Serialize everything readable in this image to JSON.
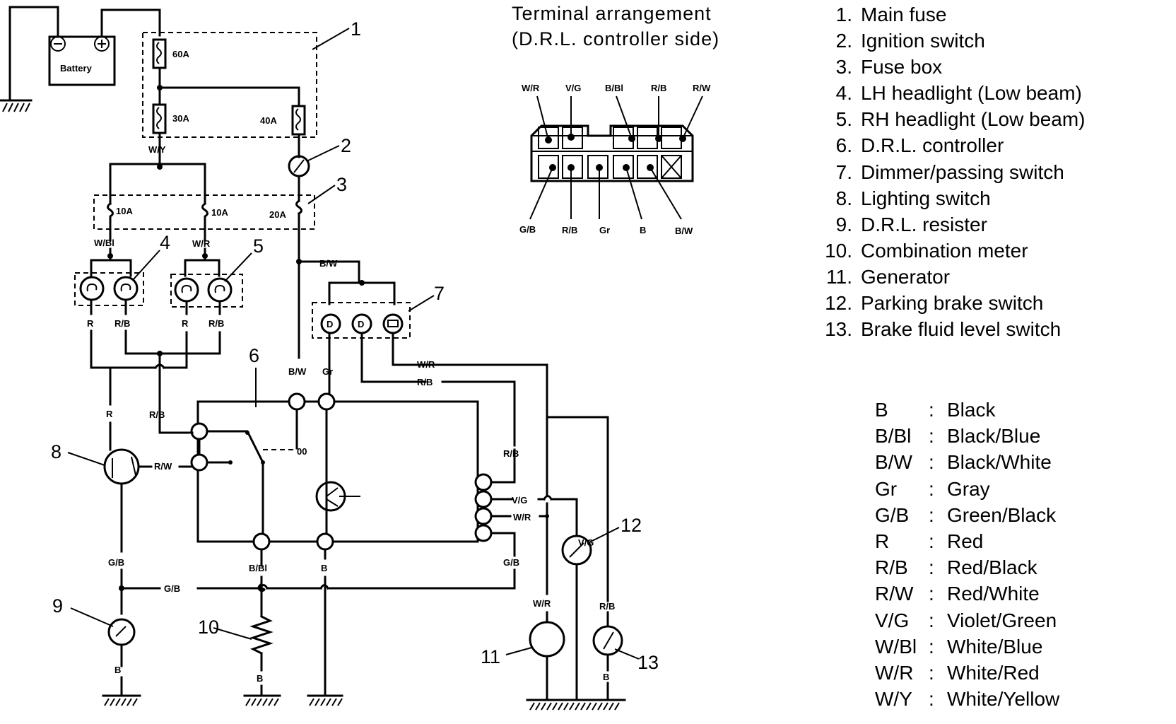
{
  "terminal_arrangement": {
    "title_line1": "Terminal arrangement",
    "title_line2": "(D.R.L. controller side)",
    "top_pins": [
      "W/R",
      "V/G",
      "B/Bl",
      "R/B",
      "R/W"
    ],
    "bottom_pins": [
      "G/B",
      "R/B",
      "Gr",
      "B",
      "B/W"
    ]
  },
  "components": [
    {
      "num": "1.",
      "name": "Main fuse"
    },
    {
      "num": "2.",
      "name": "Ignition switch"
    },
    {
      "num": "3.",
      "name": "Fuse box"
    },
    {
      "num": "4.",
      "name": "LH headlight (Low beam)"
    },
    {
      "num": "5.",
      "name": "RH headlight (Low beam)"
    },
    {
      "num": "6.",
      "name": "D.R.L. controller"
    },
    {
      "num": "7.",
      "name": "Dimmer/passing switch"
    },
    {
      "num": "8.",
      "name": "Lighting switch"
    },
    {
      "num": "9.",
      "name": "D.R.L. resister"
    },
    {
      "num": "10.",
      "name": "Combination meter"
    },
    {
      "num": "11.",
      "name": "Generator"
    },
    {
      "num": "12.",
      "name": "Parking brake switch"
    },
    {
      "num": "13.",
      "name": "Brake fluid level switch"
    }
  ],
  "wire_colors": [
    {
      "code": "B",
      "name": "Black"
    },
    {
      "code": "B/Bl",
      "name": "Black/Blue"
    },
    {
      "code": "B/W",
      "name": "Black/White"
    },
    {
      "code": "Gr",
      "name": "Gray"
    },
    {
      "code": "G/B",
      "name": "Green/Black"
    },
    {
      "code": "R",
      "name": "Red"
    },
    {
      "code": "R/B",
      "name": "Red/Black"
    },
    {
      "code": "R/W",
      "name": "Red/White"
    },
    {
      "code": "V/G",
      "name": "Violet/Green"
    },
    {
      "code": "W/Bl",
      "name": "White/Blue"
    },
    {
      "code": "W/R",
      "name": "White/Red"
    },
    {
      "code": "W/Y",
      "name": "White/Yellow"
    }
  ],
  "diagram": {
    "battery": "Battery",
    "fuses": {
      "f60": "60A",
      "f30": "30A",
      "f40": "40A",
      "f10a": "10A",
      "f10b": "10A",
      "f20": "20A"
    },
    "wires": {
      "wy": "W/Y",
      "wbl": "W/Bl",
      "wr_top": "W/R",
      "bw_top": "B/W",
      "r_lh": "R",
      "rb_lh": "R/B",
      "r_rh": "R",
      "rb_rh": "R/B",
      "bw_ctrl": "B/W",
      "gr_ctrl": "Gr",
      "wr_meter": "W/R",
      "rb_meter": "R/B",
      "r_sw7": "R",
      "rb_sw7": "R/B",
      "rw_sw7": "R/W",
      "gb_sw7": "G/B",
      "gb_mid": "G/B",
      "b_sw8": "B",
      "bbl_9": "B/Bl",
      "b_9": "B",
      "b_ctrl": "B",
      "rb_right": "R/B",
      "vg_right": "V/G",
      "wr_right": "W/R",
      "gb_right": "G/B",
      "vg_12": "V/G",
      "wr_11": "W/R",
      "rb_13": "R/B",
      "b_13": "B"
    },
    "callouts": [
      "1",
      "2",
      "3",
      "4",
      "5",
      "6",
      "7",
      "8",
      "9",
      "10",
      "11",
      "12",
      "13"
    ]
  }
}
